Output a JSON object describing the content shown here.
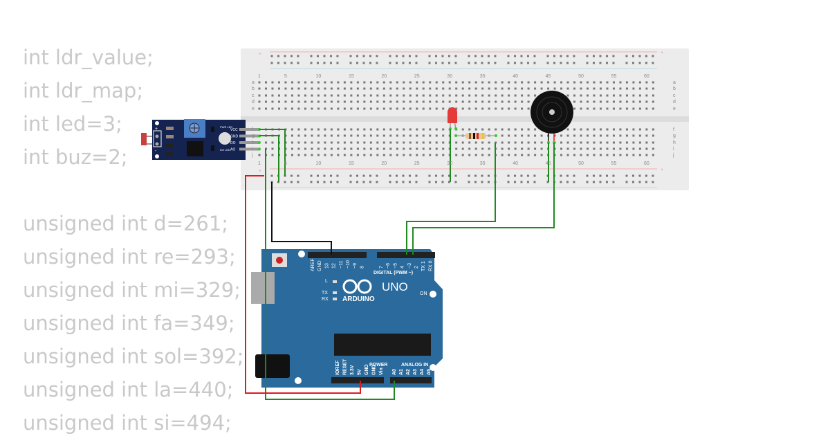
{
  "code_lines": [
    "int ldr_value;",
    "int ldr_map;",
    "int led=3;",
    "int buz=2;",
    "unsigned int d=261;",
    "unsigned int re=293;",
    "unsigned int mi=329;",
    "unsigned int fa=349;",
    "unsigned int sol=392;",
    "unsigned int la=440;",
    "unsigned int si=494;"
  ],
  "breadboard": {
    "column_numbers": [
      "1",
      "5",
      "10",
      "15",
      "20",
      "25",
      "30",
      "35",
      "40",
      "45",
      "50",
      "55",
      "60"
    ],
    "row_letters_top": [
      "a",
      "b",
      "c",
      "d",
      "e"
    ],
    "row_letters_bottom": [
      "f",
      "g",
      "h",
      "i",
      "j"
    ],
    "plus": "+"
  },
  "ldr_module": {
    "pins": [
      "VCC",
      "GND",
      "DO",
      "AO"
    ],
    "pwr_led": "PWR LED",
    "do_led": "DO LED",
    "plus": "+",
    "minus": "-"
  },
  "arduino": {
    "brand": "ARDUINO",
    "model": "UNO",
    "digital_label": "DIGITAL (PWM ~)",
    "power_label": "POWER",
    "analog_label": "ANALOG IN",
    "on_label": "ON",
    "l_label": "L",
    "tx_label": "TX",
    "rx_label": "RX",
    "top_pins": [
      "AREF",
      "GND",
      "13",
      "12",
      "~11",
      "~10",
      "~9",
      "8",
      "7",
      "~6",
      "~5",
      "4",
      "~3",
      "2",
      "TX 1",
      "RX 0"
    ],
    "power_pins": [
      "IOREF",
      "RESET",
      "3.3V",
      "5V",
      "GND",
      "GND",
      "Vin"
    ],
    "analog_pins": [
      "A0",
      "A1",
      "A2",
      "A3",
      "A4",
      "A5"
    ]
  },
  "colors": {
    "board_blue": "#2a6a9c",
    "wire_green": "#1e8a1e",
    "wire_red": "#e0191b",
    "wire_black": "#111111",
    "code_text": "#c9c9c9"
  }
}
